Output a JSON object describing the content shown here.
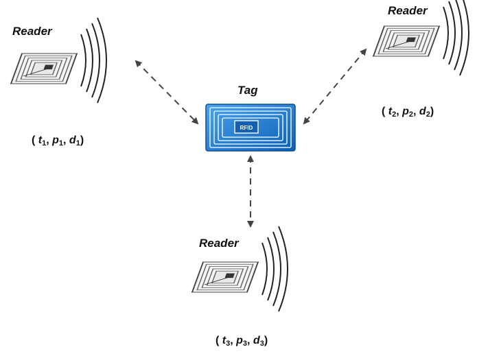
{
  "readers": [
    {
      "label": "Reader",
      "coords": {
        "t": "t",
        "t_sub": "1",
        "p": "p",
        "p_sub": "1",
        "d": "d",
        "d_sub": "1"
      }
    },
    {
      "label": "Reader",
      "coords": {
        "t": "t",
        "t_sub": "2",
        "p": "p",
        "p_sub": "2",
        "d": "d",
        "d_sub": "2"
      }
    },
    {
      "label": "Reader",
      "coords": {
        "t": "t",
        "t_sub": "3",
        "p": "p",
        "p_sub": "3",
        "d": "d",
        "d_sub": "3"
      }
    }
  ],
  "tag": {
    "label": "Tag",
    "chip_text": "RFID"
  },
  "colors": {
    "tag_blue": "#1a73c9",
    "tag_light": "#eaf3fb",
    "reader_line": "#555555",
    "arrow": "#555555"
  }
}
